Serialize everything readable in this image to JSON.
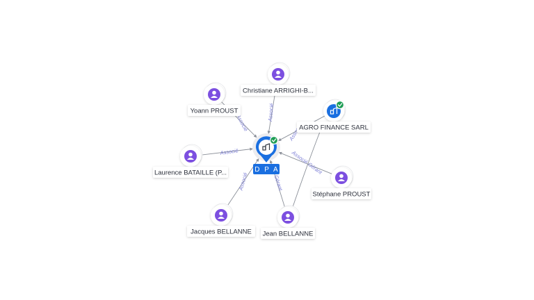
{
  "colors": {
    "person": "#7c4fe0",
    "company": "#1a6fe0",
    "verified": "#1f9d55",
    "edge": "#8a8f98",
    "edge_label": "#7d7fd6",
    "label_bg": "#ffffff"
  },
  "center": {
    "name": "D P A",
    "icon": "building-icon",
    "verified": true
  },
  "nodes": [
    {
      "id": "christiane",
      "name": "Christiane ARRIGHI-B...",
      "kind": "person",
      "icon": "person-icon",
      "relation": "Associé"
    },
    {
      "id": "yoann",
      "name": "Yoann PROUST",
      "kind": "person",
      "icon": "person-icon",
      "relation": "Associé"
    },
    {
      "id": "agro",
      "name": "AGRO FINANCE SARL",
      "kind": "company",
      "icon": "building-icon",
      "verified": true,
      "relation": "Associé"
    },
    {
      "id": "laurence",
      "name": "Laurence BATAILLE (P...",
      "kind": "person",
      "icon": "person-icon",
      "relation": "Associé"
    },
    {
      "id": "stephane",
      "name": "Stéphane PROUST",
      "kind": "person",
      "icon": "person-icon",
      "relation": "Associé Gérant"
    },
    {
      "id": "jacques",
      "name": "Jacques BELLANNE",
      "kind": "person",
      "icon": "person-icon",
      "relation": "Associé"
    },
    {
      "id": "jean",
      "name": "Jean BELLANNE",
      "kind": "person",
      "icon": "person-icon",
      "relation": "Gérant"
    }
  ],
  "extra_edges": [
    {
      "from": "jean",
      "to": "agro"
    }
  ]
}
